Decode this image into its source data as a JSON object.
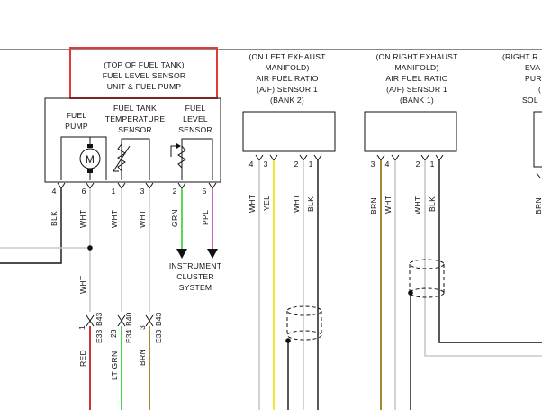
{
  "colors": {
    "ink": "#111111",
    "highlight": "#e03a3a",
    "wire_white": "#c8c8c8",
    "wire_yellow": "#f2e51a",
    "wire_green": "#2fcf2f",
    "wire_purple": "#c23ac2",
    "wire_red": "#c02020",
    "wire_brown": "#a07a1a"
  },
  "fuel_tank_unit": {
    "title": {
      "line1": "(TOP OF FUEL TANK)",
      "line2": "FUEL LEVEL SENSOR",
      "line3": "UNIT & FUEL PUMP"
    },
    "pump": {
      "line1": "FUEL",
      "line2": "PUMP",
      "symbol": "M",
      "icon": "motor-icon"
    },
    "temp_sensor": {
      "line1": "FUEL TANK",
      "line2": "TEMPERATURE",
      "line3": "SENSOR",
      "icon": "thermistor-icon"
    },
    "level_sensor": {
      "line1": "FUEL",
      "line2": "LEVEL",
      "line3": "SENSOR",
      "icon": "potentiometer-icon"
    },
    "pins": [
      {
        "num": "4",
        "wire": "BLK"
      },
      {
        "num": "6",
        "wire": "WHT"
      },
      {
        "num": "1",
        "wire": "WHT"
      },
      {
        "num": "3",
        "wire": "WHT"
      },
      {
        "num": "2",
        "wire": "GRN"
      },
      {
        "num": "5",
        "wire": "PPL"
      }
    ],
    "splice_wire": "WHT",
    "destination": {
      "line1": "INSTRUMENT",
      "line2": "CLUSTER",
      "line3": "SYSTEM"
    }
  },
  "connectors": [
    {
      "pin": "1",
      "name": "B43",
      "block": "E33",
      "wire": "RED"
    },
    {
      "pin": "23",
      "name": "B40",
      "block": "E34",
      "wire": "LT GRN"
    },
    {
      "pin": "3",
      "name": "B43",
      "block": "E33",
      "wire": "BRN"
    }
  ],
  "af_sensor_left": {
    "line1": "(ON LEFT EXHAUST",
    "line2": "MANIFOLD)",
    "line3": "AIR FUEL RATIO",
    "line4": "(A/F) SENSOR 1",
    "line5": "(BANK 2)",
    "pins": [
      {
        "num": "4",
        "wire": "WHT"
      },
      {
        "num": "3",
        "wire": "YEL"
      },
      {
        "num": "2",
        "wire": "WHT"
      },
      {
        "num": "1",
        "wire": "BLK"
      }
    ]
  },
  "af_sensor_right": {
    "line1": "(ON RIGHT EXHAUST",
    "line2": "MANIFOLD)",
    "line3": "AIR FUEL RATIO",
    "line4": "(A/F) SENSOR 1",
    "line5": "(BANK 1)",
    "pins": [
      {
        "num": "3",
        "wire": "BRN"
      },
      {
        "num": "4",
        "wire": "WHT"
      },
      {
        "num": "2",
        "wire": "WHT"
      },
      {
        "num": "1",
        "wire": "BLK"
      }
    ]
  },
  "cut_off_component": {
    "line1": "(RIGHT R",
    "line2": "EVA",
    "line3": "PUR",
    "line4": "(",
    "line5": "SOL",
    "wire": "BRN"
  }
}
